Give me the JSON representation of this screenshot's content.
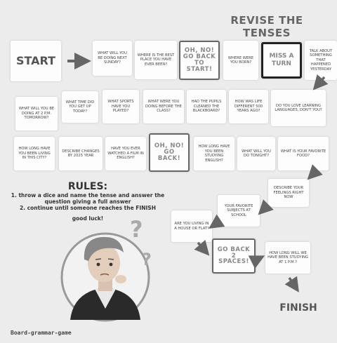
{
  "title": "REVISE THE TENSES",
  "start_label": "START",
  "finish_label": "FINISH",
  "squares": {
    "s1": "WHAT WILL YOU BE DOING NEXT SUNDAY?",
    "s2": "WHERE IS THE BEST PLACE YOU HAVE EVER BEEN?",
    "s3": "OH, NO! GO BACK TO START!",
    "s4": "WHERE WERE YOU BORN?",
    "s5": "MISS A TURN",
    "s6": "TALK ABOUT SOMETHING THAT HAPPENED YESTERDAY",
    "s7": "WHAT WILL YOU BE DOING AT 2 P.M. TOMORROW?",
    "s8": "WHAT TIME DID YOU GET UP TODAY?",
    "s9": "WHAT SPORTS HAVE YOU PLAYED?",
    "s10": "WHAT WERE YOU DOING BEFORE THE CLASS?",
    "s11": "HAD THE PUPILS CLEANED THE BLACKBOARD?",
    "s12": "HOW WAS LIFE DIFFERENT 500 YEARS AGO?",
    "s13": "DO YOU LOVE LEARNING LANGUAGES, DON'T YOU?",
    "s14": "HOW LONG HAVE YOU BEEN LIVING IN THIS CITY?",
    "s15": "DESCRIBE CHANGES BY 2025 YEAR",
    "s16": "HAVE YOU EVER WATCHED A FILM IN ENGLISH?",
    "s17": "OH, NO! GO BACK!",
    "s18": "HOW LONG HAVE YOU BEEN STUDYING ENGLISH?",
    "s19": "WHAT WILL YOU DO TONIGHT?",
    "s20": "WHAT IS YOUR FAVORITE FOOD?",
    "s21": "DESCRIBE YOUR FEELINGS RIGHT NOW",
    "s22": "YOUR FAVORITE SUBJECTS AT SCHOOL",
    "s23": "ARE YOU LIVING IN A HOUSE OR FLAT?",
    "s24": "GO BACK 2 SPACES!",
    "s25": "HOW LONG WILL WE HAVE BEEN STUDYING AT 1 P.M.?"
  },
  "rules": {
    "heading": "RULES:",
    "line1": "1. throw a dice and name the tense and answer the question giving a full answer",
    "line2": "2. continue until someone reaches the FINISH",
    "line3": "good luck!"
  },
  "footer": "Board-grammar-game"
}
